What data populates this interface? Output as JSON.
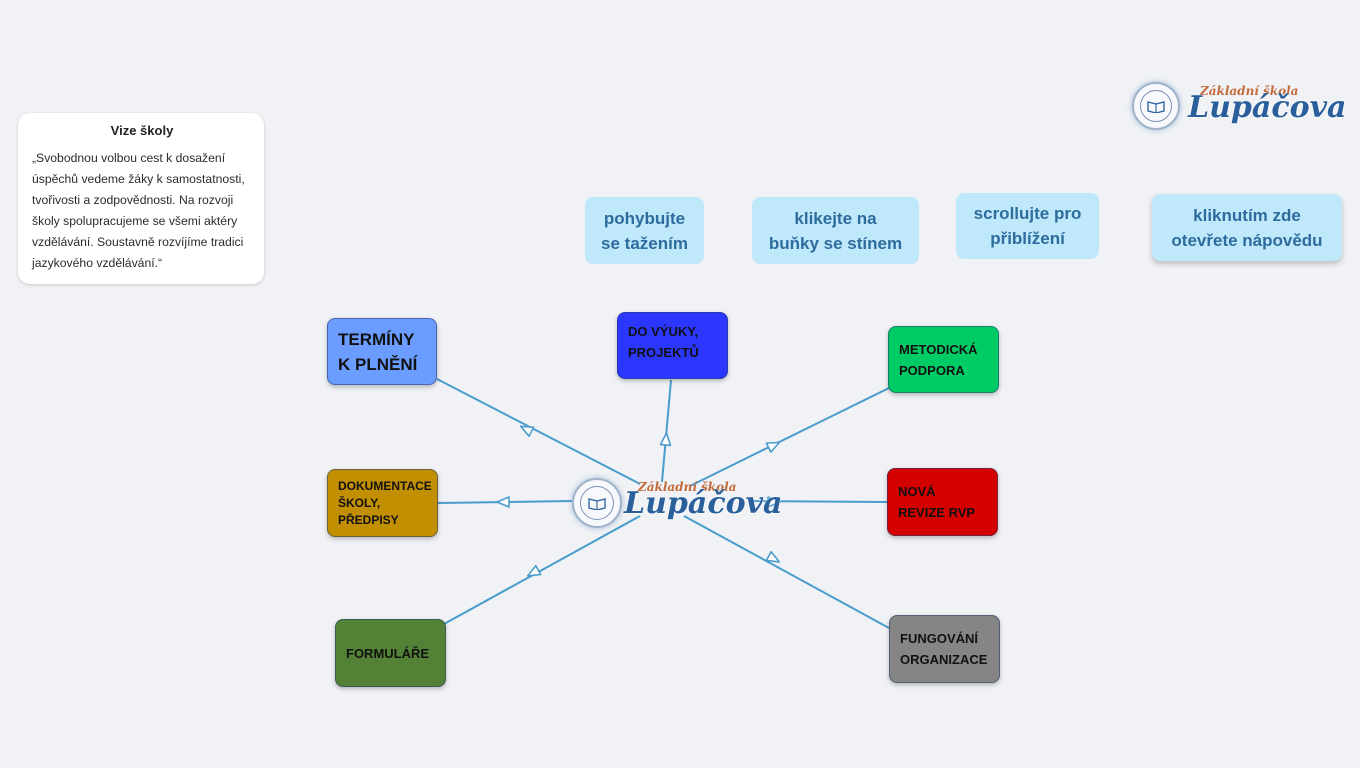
{
  "vision": {
    "title": "Vize školy",
    "text": "„Svobodnou volbou cest k dosažení úspěchů vedeme žáky k samostatnosti, tvořivosti a zodpovědnosti. Na rozvoji školy spolupracujeme se všemi aktéry vzdělávání. Soustavně rozvíjíme tradici jazykového vzdělávání.“"
  },
  "hints": {
    "drag": "pohybujte\nse tažením",
    "click": "klikejte na\nbuňky se stínem",
    "scroll": "scrollujte pro\npřiblížení",
    "help": "kliknutím zde\notevřete nápovědu"
  },
  "logo": {
    "small_text": "Základní škola",
    "main_text": "Lupáčova"
  },
  "nodes": {
    "terminy": {
      "label": "TERMÍNY\nK PLNĚNÍ",
      "color": "#6b9cff"
    },
    "vyuka": {
      "label": "DO VÝUKY,\nPROJEKTŮ",
      "color": "#2b36ff"
    },
    "metodicka": {
      "label": "METODICKÁ\nPODPORA",
      "color": "#00cc66"
    },
    "dokumentace": {
      "label": "DOKUMENTACE\nŠKOLY,\nPŘEDPISY",
      "color": "#c28f00"
    },
    "rvp": {
      "label": "NOVÁ\nREVIZE RVP",
      "color": "#d40000"
    },
    "formulare": {
      "label": "FORMULÁŘE",
      "color": "#538135"
    },
    "fungovani": {
      "label": "FUNGOVÁNÍ\nORGANIZACE",
      "color": "#858585"
    }
  },
  "colors": {
    "edge": "#4a9ccc",
    "hint_bg": "#bfe8fb",
    "hint_text": "#2e6c9d"
  }
}
